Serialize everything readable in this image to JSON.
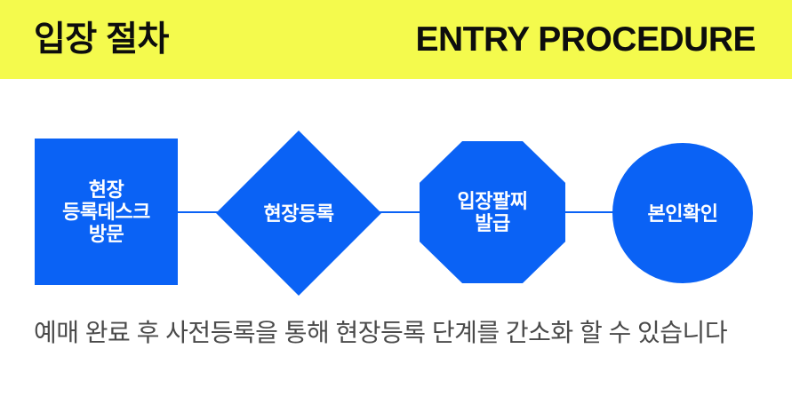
{
  "header": {
    "title_ko": "입장 절차",
    "title_en": "ENTRY PROCEDURE",
    "background_color": "#F4FA4D",
    "text_color": "#0D0D0D"
  },
  "flow": {
    "shape_color": "#0A62F5",
    "label_color": "#FFFFFF",
    "connector_color": "#0A62F5",
    "steps": [
      {
        "shape": "square",
        "lines": [
          "현장",
          "등록데스크",
          "방문"
        ]
      },
      {
        "shape": "diamond",
        "lines": [
          "현장등록"
        ]
      },
      {
        "shape": "octagon",
        "lines": [
          "입장팔찌",
          "발급"
        ]
      },
      {
        "shape": "circle",
        "lines": [
          "본인확인"
        ]
      }
    ]
  },
  "caption": {
    "text": "예매 완료 후 사전등록을 통해 현장등록 단계를 간소화 할 수 있습니다",
    "color": "#4A4A4A"
  }
}
